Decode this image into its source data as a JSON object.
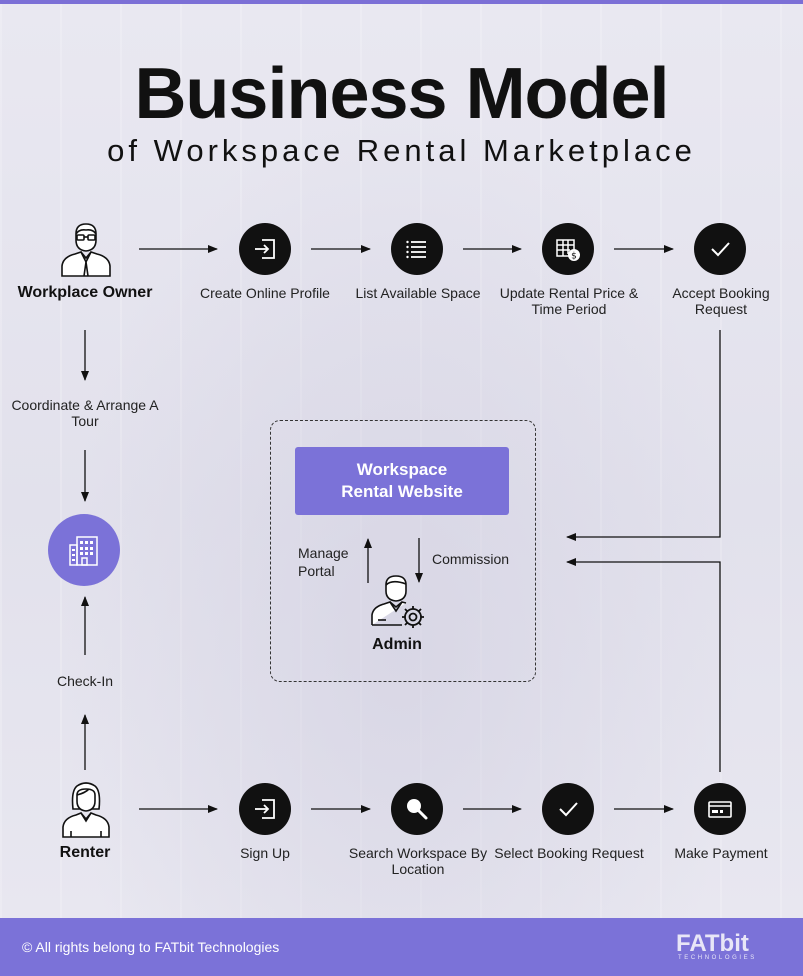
{
  "title": "Business Model",
  "subtitle": "of Workspace Rental Marketplace",
  "owner": {
    "label": "Workplace Owner"
  },
  "owner_steps": [
    {
      "label": "Create Online Profile",
      "icon": "sign-in-icon"
    },
    {
      "label": "List Available Space",
      "icon": "list-icon"
    },
    {
      "label": "Update Rental Price & Time Period",
      "icon": "price-calendar-icon"
    },
    {
      "label": "Accept Booking Request",
      "icon": "check-icon"
    }
  ],
  "coordinate": "Coordinate & Arrange A Tour",
  "checkin": "Check-In",
  "website": {
    "line1": "Workspace",
    "line2": "Rental Website"
  },
  "manage_portal": {
    "line1": "Manage",
    "line2": "Portal"
  },
  "commission": "Commission",
  "admin": "Admin",
  "renter": {
    "label": "Renter"
  },
  "renter_steps": [
    {
      "label": "Sign Up",
      "icon": "sign-in-icon"
    },
    {
      "label": "Search Workspace By Location",
      "icon": "search-icon"
    },
    {
      "label": "Select Booking Request",
      "icon": "check-icon"
    },
    {
      "label": "Make Payment",
      "icon": "credit-card-icon"
    }
  ],
  "footer": {
    "copyright": "© All rights belong to FATbit Technologies"
  },
  "logo": {
    "main": "FATbit",
    "sub": "TECHNOLOGIES"
  },
  "colors": {
    "accent": "#7b72d8",
    "dark": "#111111",
    "background": "#ecebf3"
  }
}
